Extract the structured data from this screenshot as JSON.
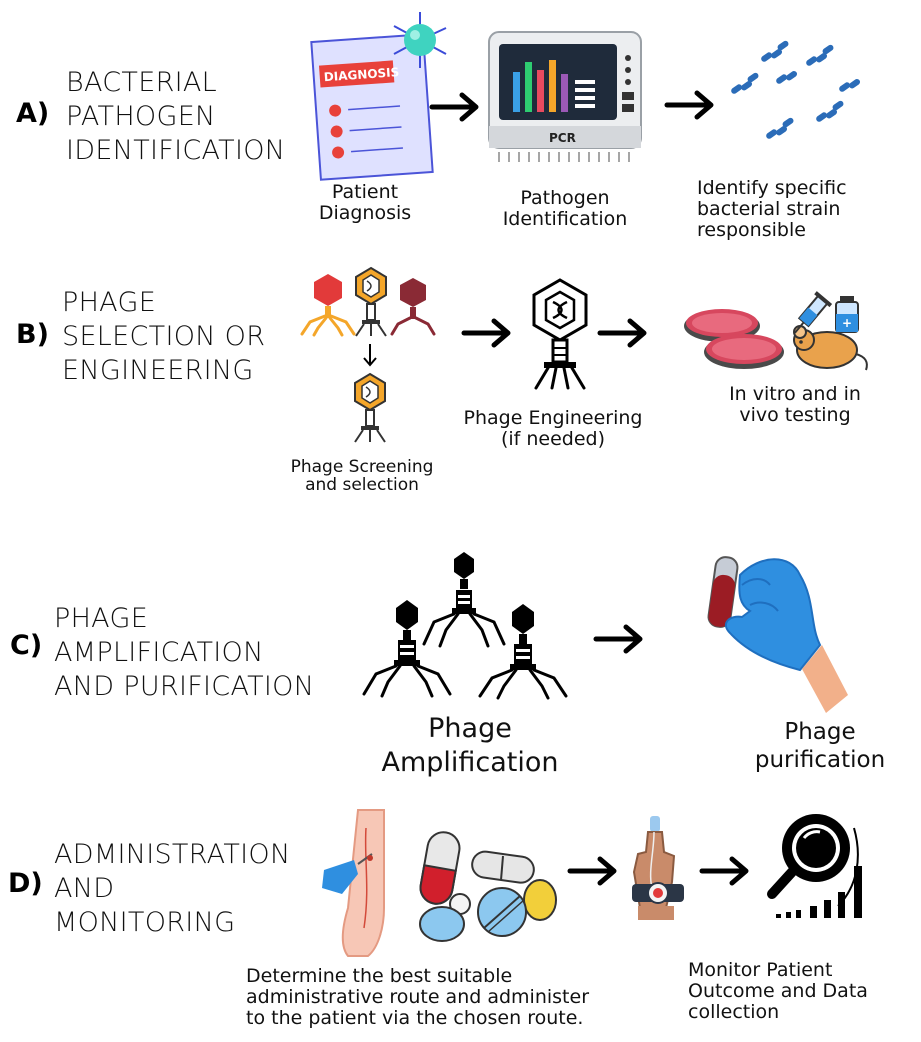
{
  "sections": [
    {
      "letter": "A)",
      "title": [
        "BACTERIAL",
        "PATHOGEN",
        "IDENTIFICATION"
      ],
      "steps": [
        {
          "caption": [
            "Patient",
            "Diagnosis"
          ]
        },
        {
          "caption": [
            "Pathogen",
            "Identification"
          ]
        },
        {
          "caption": [
            "Identify specific",
            "bacterial strain",
            "responsible"
          ]
        }
      ],
      "clipboard_label": "DIAGNOSIS",
      "device_label": "PCR"
    },
    {
      "letter": "B)",
      "title": [
        "PHAGE",
        "SELECTION OR",
        "ENGINEERING"
      ],
      "steps": [
        {
          "caption": [
            "Phage Screening",
            "and selection"
          ]
        },
        {
          "caption": [
            "Phage Engineering",
            "(if needed)"
          ]
        },
        {
          "caption": [
            "In vitro and in",
            "vivo testing"
          ]
        }
      ]
    },
    {
      "letter": "C)",
      "title": [
        "PHAGE",
        "AMPLIFICATION",
        "AND PURIFICATION"
      ],
      "steps": [
        {
          "caption": [
            "Phage",
            "Amplification"
          ]
        },
        {
          "caption": [
            "Phage",
            "purification"
          ]
        }
      ]
    },
    {
      "letter": "D)",
      "title": [
        "ADMINISTRATION",
        "AND",
        "MONITORING"
      ],
      "steps": [
        {
          "caption": [
            "Determine the best suitable",
            "administrative  route and administer",
            "to the patient via the chosen route."
          ]
        },
        {
          "caption": [
            "Monitor Patient",
            "Outcome and Data",
            "collection"
          ]
        }
      ]
    }
  ],
  "icons": {
    "clipboard": "clipboard-icon",
    "virus": "virus-icon",
    "pcr": "pcr-machine-icon",
    "bacteria": "bacteria-icon",
    "phage": "bacteriophage-icon",
    "petri": "petri-dish-icon",
    "mouse": "lab-mouse-icon",
    "syringe": "syringe-icon",
    "hand": "gloved-hand-icon",
    "tube": "blood-tube-icon",
    "arm": "arm-injection-icon",
    "pills": "pills-icon",
    "wrist": "wrist-monitor-icon",
    "magnifier": "magnifier-chart-icon",
    "arrow": "arrow-right-icon"
  },
  "colors": {
    "clipboard_label_bg": "#e8413a",
    "clipboard_paper": "#dfe1ff",
    "pcr_screen": "#1f2b3b",
    "bacteria": "#2b6cb8",
    "phage_orange": "#f4a62a",
    "phage_red": "#e23a3a",
    "phage_dark": "#8a2a35",
    "petri": "#d7475e",
    "glove": "#2f8fe0",
    "blood": "#9b1c24",
    "skin": "#f2b08a"
  }
}
